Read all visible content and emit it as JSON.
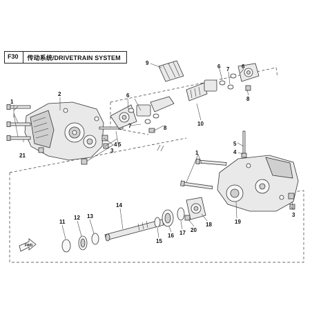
{
  "figure": {
    "code": "F30",
    "title": "传动系统/DRIVETRAIN SYSTEM",
    "forward_label": "FWD"
  },
  "callouts": [
    "1",
    "2",
    "3",
    "4",
    "5",
    "6",
    "7",
    "8",
    "9",
    "10",
    "11",
    "12",
    "13",
    "14",
    "15",
    "16",
    "17",
    "18",
    "19",
    "20",
    "21"
  ],
  "colors": {
    "line": "#333333",
    "fill": "#e9e9e9",
    "shade": "#cfcfcf"
  }
}
